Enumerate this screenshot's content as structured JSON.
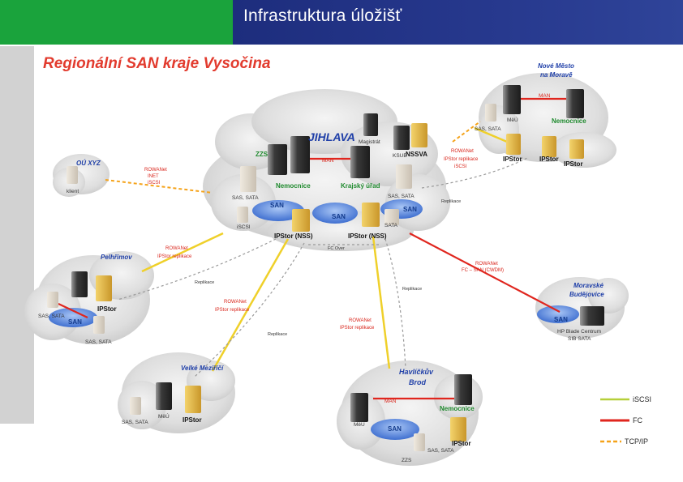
{
  "header": {
    "title": "Infrastruktura úložišť"
  },
  "diagram": {
    "title": "Regionální SAN kraje Vysočina",
    "sites": {
      "jihlava": {
        "name": "JIHLAVA",
        "magistrat": "Magistrát",
        "zzs": "ZZS",
        "ksub": "KSUB",
        "nssva": "NSSVA",
        "man": "MAN",
        "nemocnice": "Nemocnice",
        "kraj": "Krajský úřad",
        "sas_left": "SAS, SATA",
        "sas_right": "SAS, SATA",
        "san_left": "SAN",
        "san_mid": "SAN",
        "san_right": "SAN",
        "iscsi": "iSCSI",
        "sata": "SATA",
        "ipstor_left": "IPStor (NSS)",
        "ipstor_right": "IPStor (NSS)"
      },
      "ou": {
        "name": "OÚ XYZ",
        "klient": "klient"
      },
      "nmnm": {
        "name_line1": "Nové Město",
        "name_line2": "na Moravě",
        "man": "MAN",
        "mau": "MěÚ",
        "nemocnice": "Nemocnice",
        "sas": "SAS, SATA",
        "ipstor_a": "IPStor",
        "ipstor_b": "IPStor",
        "ipstor_c": "IPStor"
      },
      "pelhrimov": {
        "name": "Pelhřimov",
        "sas_left": "SAS, SATA",
        "san": "SAN",
        "ipstor": "IPStor",
        "sas_bottom": "SAS, SATA"
      },
      "mb": {
        "name_line1": "Moravské",
        "name_line2": "Budějovice",
        "san": "SAN",
        "hp_line1": "HP Blade Centrum",
        "hp_line2": "SIB SATA"
      },
      "vm": {
        "name": "Velké Meziříčí",
        "sas": "SAS, SATA",
        "mau": "MěÚ",
        "ipstor": "IPStor"
      },
      "hb": {
        "name_line1": "Havlíčkův",
        "name_line2": "Brod",
        "man": "MAN",
        "nemocnice": "Nemocnice",
        "mau": "MěÚ",
        "san": "SAN",
        "sas": "SAS, SATA",
        "ipstor": "IPStor",
        "zzs": "ZZS"
      }
    },
    "links": {
      "rowanet_inet": [
        "ROWANet",
        "INET",
        "iSCSI"
      ],
      "rowanet_nmnm": [
        "ROWANet",
        "IPStor replikace",
        "iSCSI"
      ],
      "replikace_nmnm": "Replikace",
      "rowanet_pel": [
        "ROWANet",
        "IPStor replikace"
      ],
      "replikace_pel": "Replikace",
      "rowanet_vm": [
        "ROWANet",
        "IPStor replikace"
      ],
      "replikace_vm": "Replikace",
      "rowanet_hb": [
        "ROWANet",
        "IPStor replikace"
      ],
      "replikace_hb": "Replikace",
      "rowanet_mb": [
        "ROWANet",
        "FC – SAN (CWDM)"
      ],
      "fcover": "FC Over"
    },
    "legend": {
      "iscsi": "iSCSI",
      "fc": "FC",
      "tcpip": "TCP/IP"
    }
  },
  "colors": {
    "header_green": "#1aa33c",
    "header_blue": "#27398e",
    "title_red": "#e23b2e",
    "site_blue": "#1f3fa8",
    "iscsi": "#b6cf3a",
    "fc": "#e0261e",
    "tcpip": "#f5a31a",
    "cloud": "#dcdcdc",
    "san": "#5a8be0"
  }
}
